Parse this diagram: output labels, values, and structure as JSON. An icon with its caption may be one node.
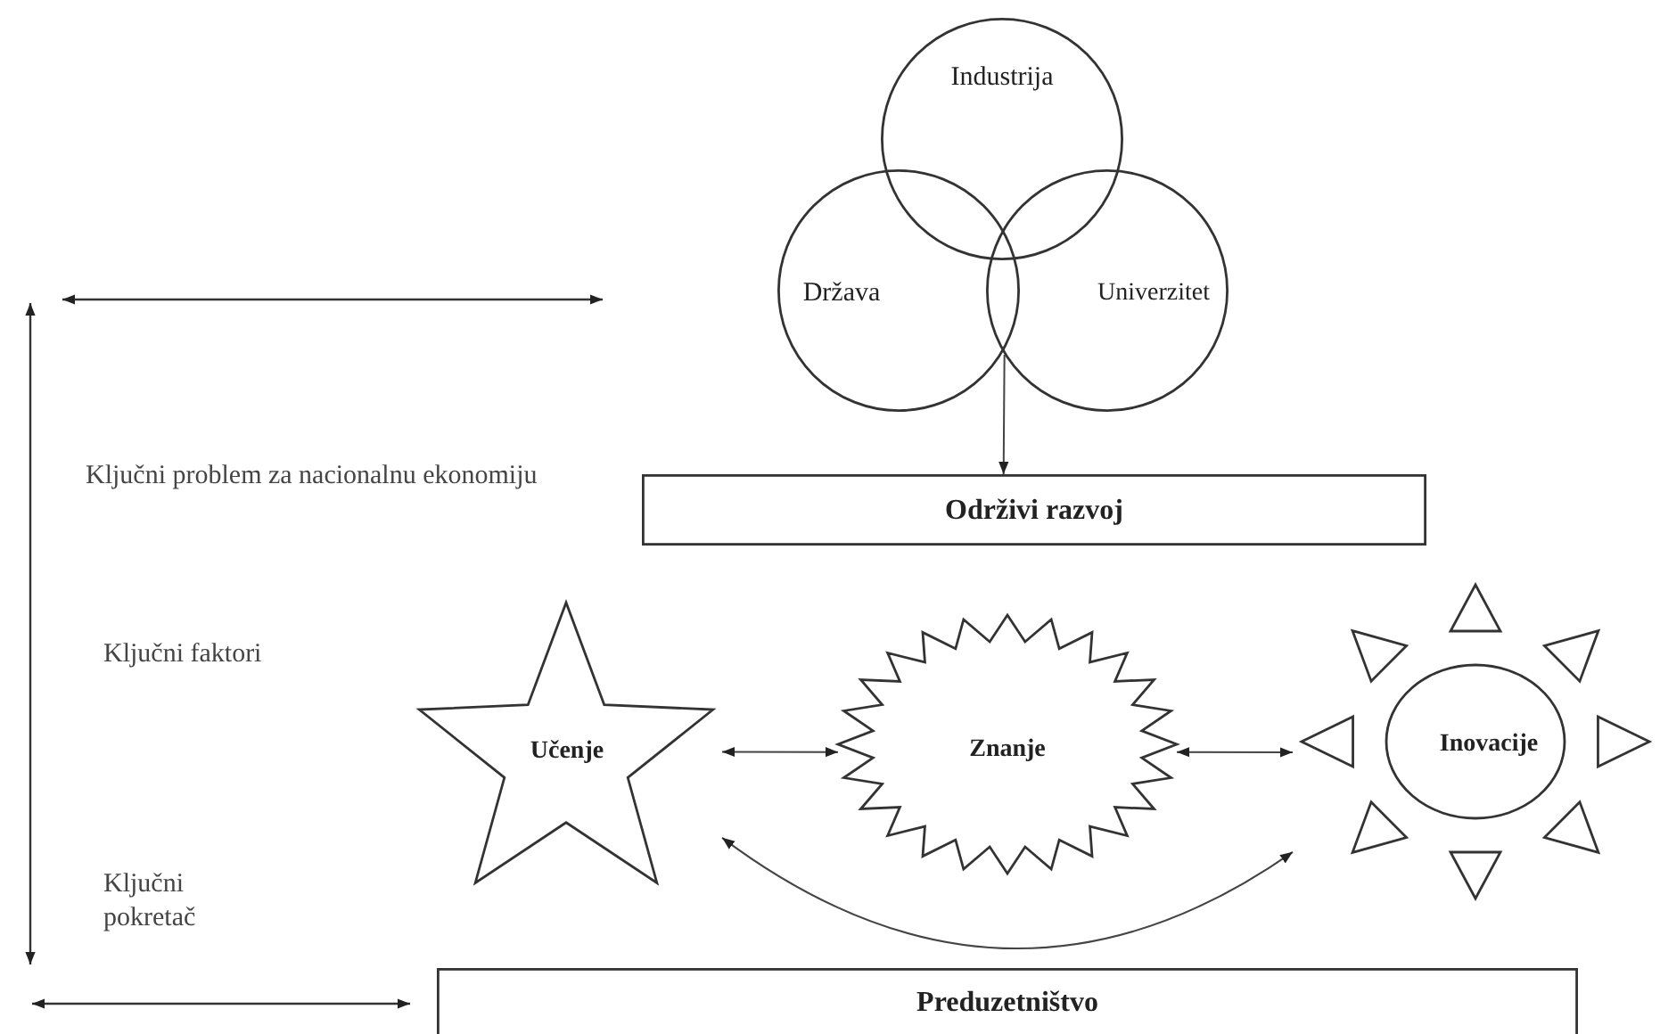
{
  "diagram": {
    "nodes": [
      {
        "text": [
          "Industrija"
        ]
      },
      {
        "text": [
          "Država"
        ]
      },
      {
        "text": [
          "Univerzitet"
        ]
      },
      {
        "text": [
          "Održivi razvoj"
        ]
      },
      {
        "text": [
          "Učenje"
        ]
      },
      {
        "text": [
          "Znanje"
        ]
      },
      {
        "text": [
          "Inovacije"
        ]
      },
      {
        "text": [
          "Preduzetništvo"
        ]
      }
    ],
    "edges": [
      {
        "from": 2,
        "to": 3,
        "arrow": "to"
      },
      {
        "from": 4,
        "to": 5,
        "arrow": "both"
      },
      {
        "from": 5,
        "to": 6,
        "arrow": "both"
      },
      {
        "from": 4,
        "to": 6,
        "arrow": "both"
      }
    ],
    "labels": [
      "Ključni problem za nacionalnu ekonomiju",
      "Ključni faktori",
      "Ključni pokretač"
    ]
  }
}
